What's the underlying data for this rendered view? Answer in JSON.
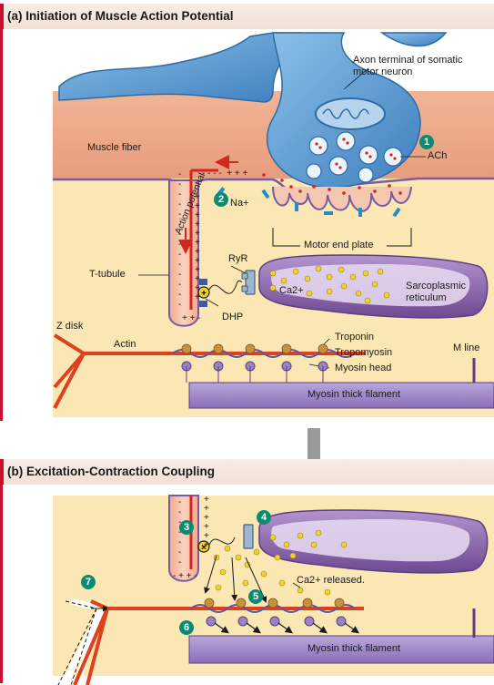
{
  "panel_a": {
    "title": "(a) Initiation of Muscle Action Potential",
    "labels": {
      "axon_terminal": "Axon terminal of somatic motor neuron",
      "muscle_fiber": "Muscle fiber",
      "ach": "ACh",
      "action_potential": "Action potential",
      "na": "Na+",
      "motor_end_plate": "Motor end plate",
      "ryr": "RyR",
      "t_tubule": "T-tubule",
      "ca": "Ca2+",
      "sarcoplasmic_reticulum": "Sarcoplasmic reticulum",
      "dhp": "DHP",
      "z_disk": "Z disk",
      "troponin": "Troponin",
      "actin": "Actin",
      "tropomyosin": "Tropomyosin",
      "m_line": "M line",
      "myosin_head": "Myosin head",
      "myosin_thick_filament": "Myosin thick filament"
    },
    "steps": [
      "1",
      "2"
    ]
  },
  "panel_b": {
    "title": "(b) Excitation-Contraction Coupling",
    "labels": {
      "ca_released": "Ca2+ released.",
      "myosin_thick_filament": "Myosin thick filament"
    },
    "steps": [
      "3",
      "4",
      "5",
      "6",
      "7"
    ]
  },
  "colors": {
    "header_bg": "#f1e0d6",
    "header_accent": "#c8102e",
    "cytoplasm": "#fbe7b4",
    "muscle_fiber": "#eaa88b",
    "axon": "#5f9bd0",
    "sarcoplasmic_reticulum": "#8a5fa8",
    "actin": "#e0401e",
    "myosin": "#9b82c4",
    "step_badge": "#0d8a72",
    "calcium": "#f2d22e"
  }
}
